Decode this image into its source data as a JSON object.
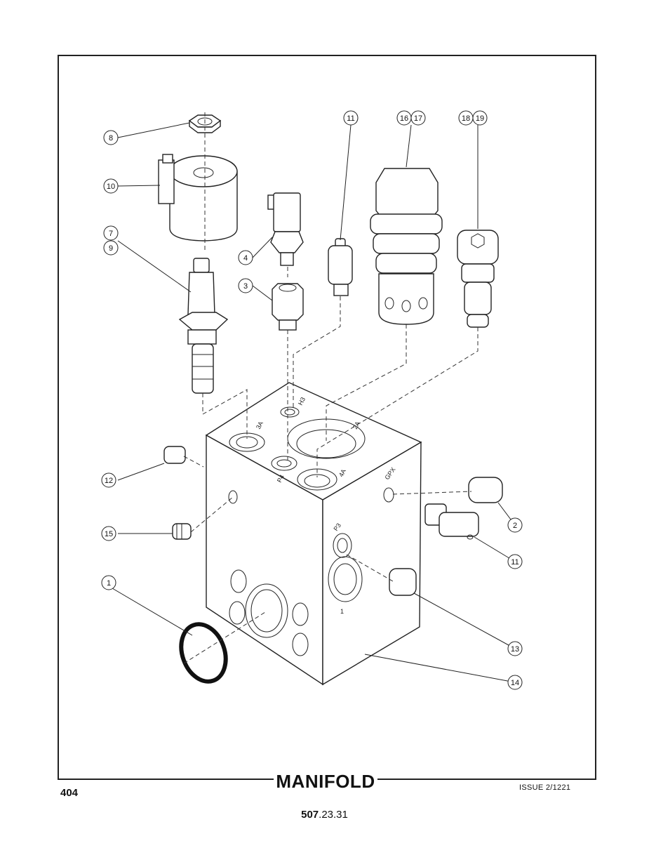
{
  "title": "MANIFOLD",
  "page_number": "404",
  "issue": "ISSUE 2/1221",
  "document_number_bold": "507",
  "document_number_rest": ".23.31",
  "callouts": {
    "c1": "1",
    "c2": "2",
    "c3": "3",
    "c4": "4",
    "c7": "7",
    "c8": "8",
    "c9": "9",
    "c10": "10",
    "c11a": "11",
    "c11b": "11",
    "c12": "12",
    "c13": "13",
    "c14": "14",
    "c15": "15",
    "c16": "16",
    "c17": "17",
    "c18": "18",
    "c19": "19"
  },
  "ports": {
    "h3": "H3",
    "p3a": "3A",
    "p2a": "2A",
    "p4": "P4",
    "p4a": "4A",
    "gpx": "GPX",
    "p3": "P3",
    "p1": "1"
  }
}
